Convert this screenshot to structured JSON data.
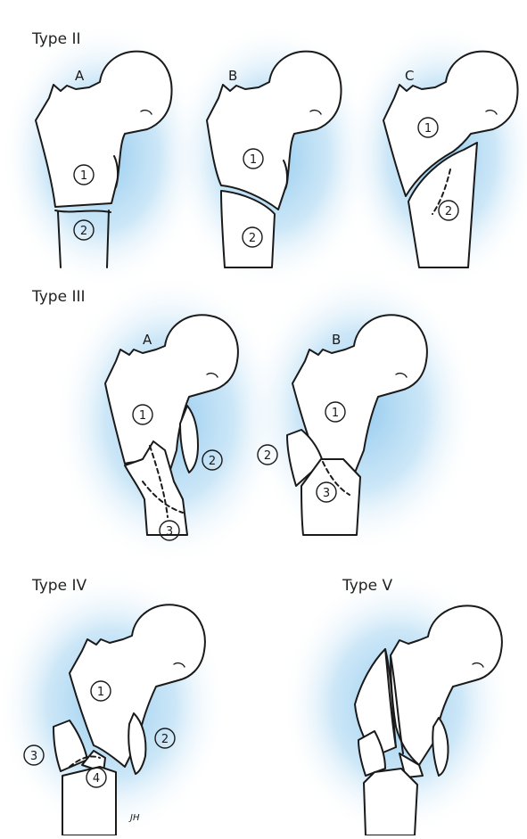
{
  "sections": {
    "type2": {
      "title": "Type II",
      "panels": [
        {
          "letter": "A",
          "fragments": [
            "1",
            "2"
          ]
        },
        {
          "letter": "B",
          "fragments": [
            "1",
            "2"
          ]
        },
        {
          "letter": "C",
          "fragments": [
            "1",
            "2"
          ]
        }
      ]
    },
    "type3": {
      "title": "Type III",
      "panels": [
        {
          "letter": "A",
          "fragments": [
            "1",
            "2",
            "3"
          ]
        },
        {
          "letter": "B",
          "fragments": [
            "1",
            "2",
            "3"
          ]
        }
      ]
    },
    "type4": {
      "title": "Type IV",
      "fragments": [
        "1",
        "2",
        "3",
        "4"
      ]
    },
    "type5": {
      "title": "Type V"
    }
  },
  "signature": "JH",
  "colors": {
    "ink": "#1a1a1a",
    "glow": "#8fc8ee",
    "background": "#ffffff"
  }
}
